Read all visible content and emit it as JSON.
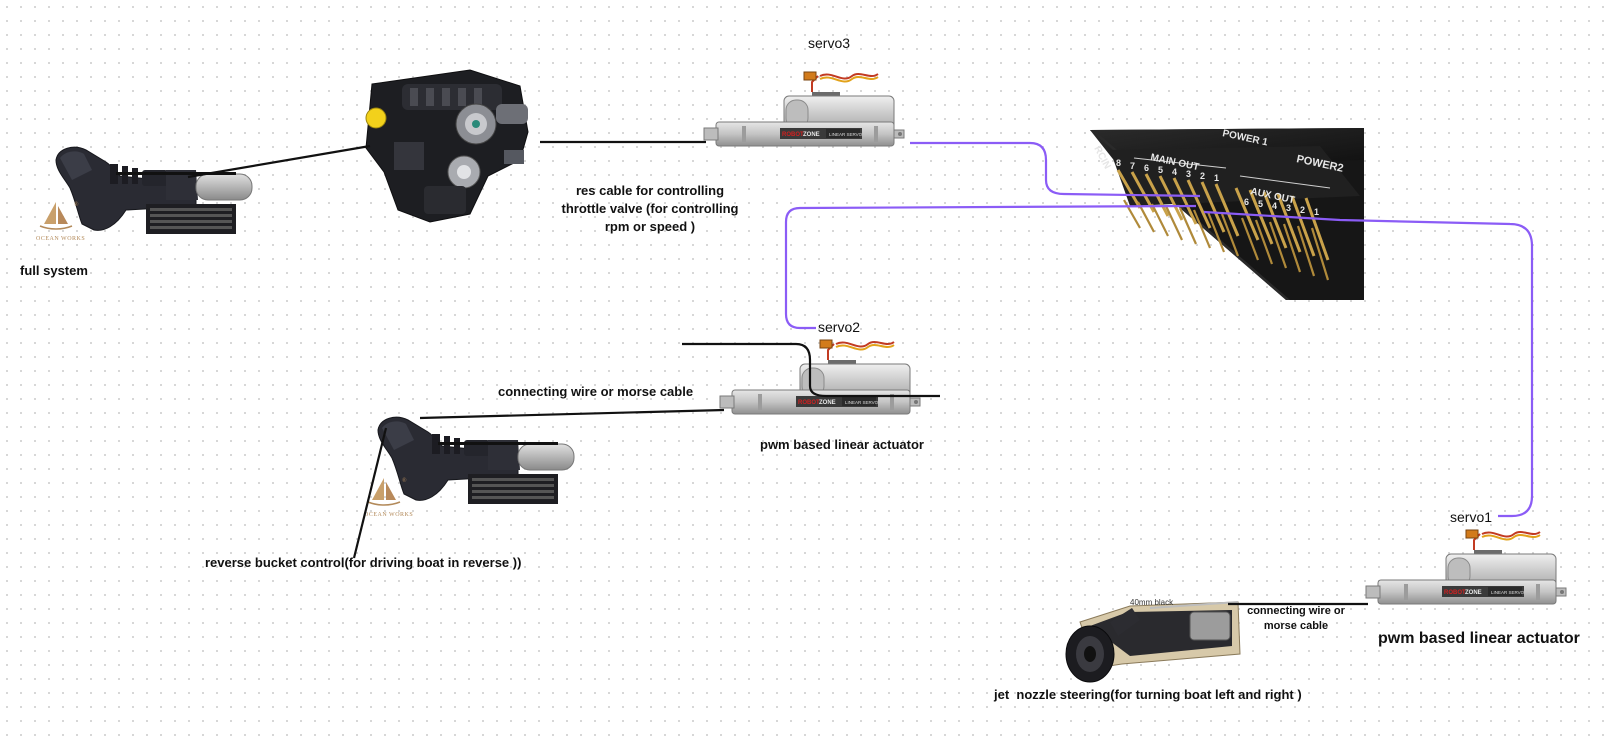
{
  "labels": {
    "full_system": "full system",
    "servo3": "servo3",
    "servo2": "servo2",
    "servo1": "servo1",
    "res_cable_line1": "res cable for controlling",
    "res_cable_line2": "throttle valve (for controlling",
    "res_cable_line3": "rpm or speed )",
    "connecting_wire_mid": "connecting wire or morse cable",
    "pwm_actuator_mid": "pwm based linear actuator",
    "reverse_bucket": "reverse bucket control(for driving boat in reverse ))",
    "connecting_wire_right_line1": "connecting wire or",
    "connecting_wire_right_line2": "morse cable",
    "pwm_actuator_right": "pwm based linear actuator",
    "jet_nozzle": "jet  nozzle steering(for turning boat left and right )",
    "nozzle_tag": "40mm black"
  },
  "actuator_brand": {
    "robot": "ROBOT",
    "zone": "ZONE",
    "model": "LINEAR SERVO"
  },
  "controller": {
    "rcin": "RCIN",
    "power1": "POWER 1",
    "power2": "POWER2",
    "main_out": "MAIN OUT",
    "aux_out": "AUX OUT",
    "main_pins": [
      "8",
      "7",
      "6",
      "5",
      "4",
      "3",
      "2",
      "1"
    ],
    "aux_pins": [
      "6",
      "5",
      "4",
      "3",
      "2",
      "1"
    ]
  },
  "logo": {
    "text": "OCEAN WORKS",
    "registered": "®"
  },
  "colors": {
    "signal_wire": "#8b5cf6",
    "cable": "#111111",
    "actuator_body": "#c9c9c9",
    "controller_body": "#1b1b1b",
    "pins": "#c9a24a",
    "brand_red": "#d22020",
    "engine_accent": "#f2d11b"
  }
}
